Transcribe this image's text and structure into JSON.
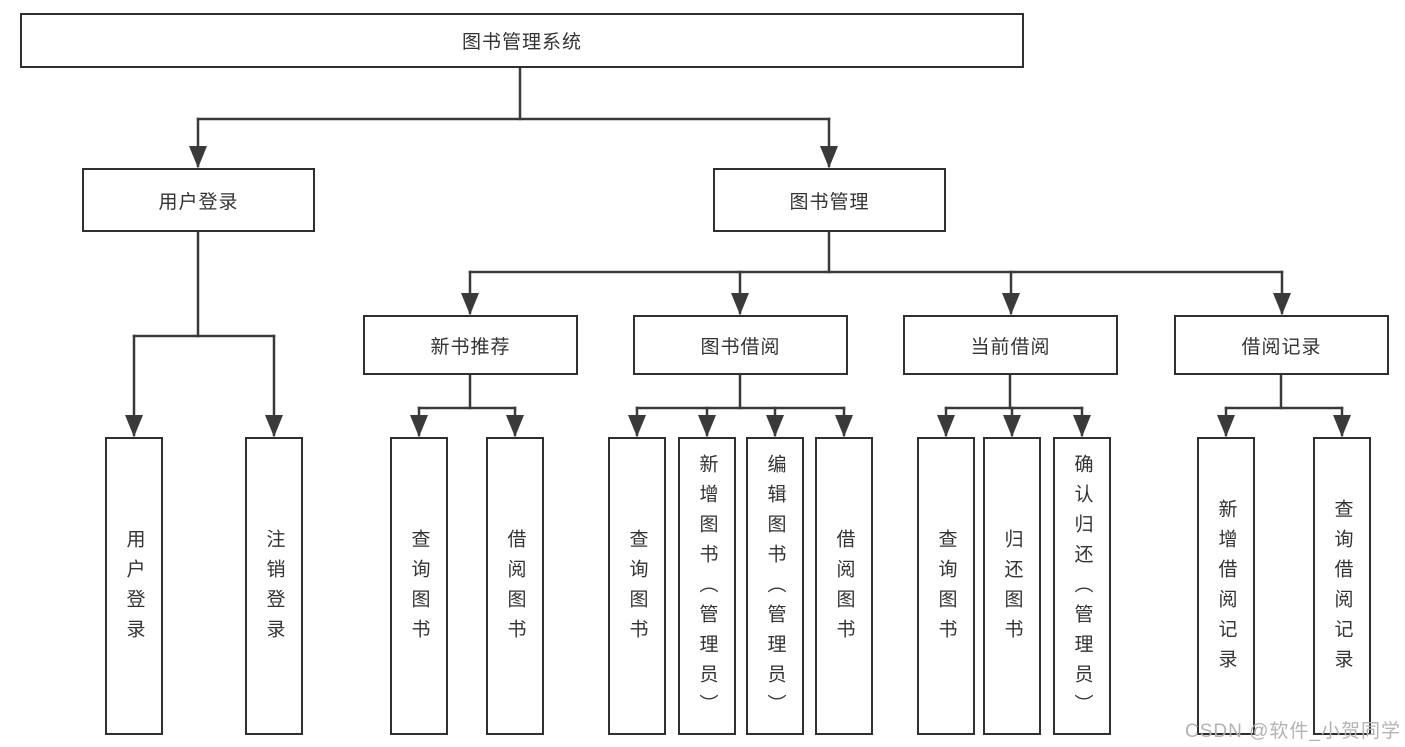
{
  "watermark": "CSDN @软件_小贺同学",
  "colors": {
    "line": "#3a3a3a",
    "box_border": "#2f2f2f",
    "text": "#333333",
    "watermark": "#b3b3b3",
    "background": "#ffffff"
  },
  "tree": {
    "label": "图书管理系统",
    "children": [
      {
        "label": "用户登录",
        "children": [
          {
            "label": "用户登录"
          },
          {
            "label": "注销登录"
          }
        ]
      },
      {
        "label": "图书管理",
        "children": [
          {
            "label": "新书推荐",
            "children": [
              {
                "label": "查询图书"
              },
              {
                "label": "借阅图书"
              }
            ]
          },
          {
            "label": "图书借阅",
            "children": [
              {
                "label": "查询图书"
              },
              {
                "label": "新增图书（管理员）"
              },
              {
                "label": "编辑图书（管理员）"
              },
              {
                "label": "借阅图书"
              }
            ]
          },
          {
            "label": "当前借阅",
            "children": [
              {
                "label": "查询图书"
              },
              {
                "label": "归还图书"
              },
              {
                "label": "确认归还（管理员）"
              }
            ]
          },
          {
            "label": "借阅记录",
            "children": [
              {
                "label": "新增借阅记录"
              },
              {
                "label": "查询借阅记录"
              }
            ]
          }
        ]
      }
    ]
  }
}
